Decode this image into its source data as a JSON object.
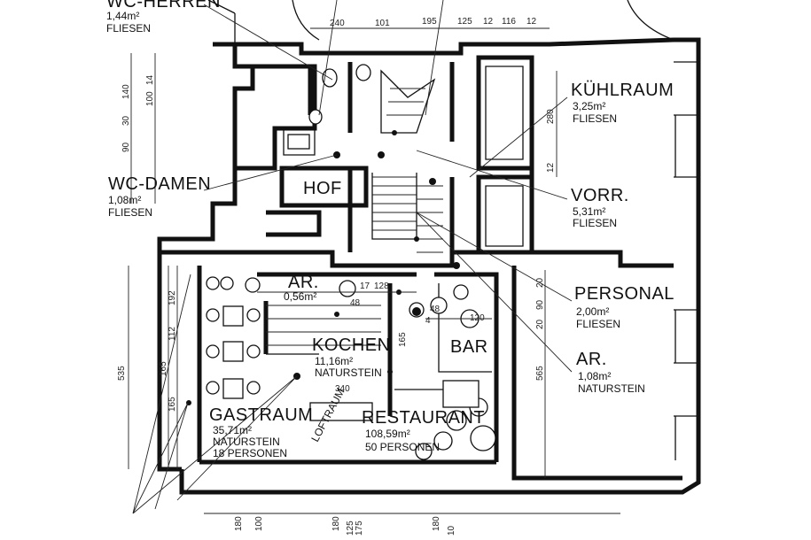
{
  "rooms": {
    "wc_herren": {
      "name": "WC-HERREN",
      "area": "1,44m²",
      "floor": "FLIESEN"
    },
    "wc_damen": {
      "name": "WC-DAMEN",
      "area": "1,08m²",
      "floor": "FLIESEN"
    },
    "hof": {
      "name": "HOF"
    },
    "kuehlraum": {
      "name": "KÜHLRAUM",
      "area": "3,25m²",
      "floor": "FLIESEN"
    },
    "vorr": {
      "name": "VORR.",
      "area": "5,31m²",
      "floor": "FLIESEN"
    },
    "personal": {
      "name": "PERSONAL",
      "area": "2,00m²",
      "floor": "FLIESEN"
    },
    "ar_right": {
      "name": "AR.",
      "area": "1,08m²",
      "floor": "NATURSTEIN"
    },
    "ar_top": {
      "name": "AR.",
      "area": "0,56m²"
    },
    "kochen": {
      "name": "KOCHEN",
      "area": "11,16m²",
      "floor": "NATURSTEIN"
    },
    "bar": {
      "name": "BAR"
    },
    "gastraum": {
      "name": "GASTRAUM",
      "area": "35,71m²",
      "floor": "NATURSTEIN",
      "capacity": "18 PERSONEN"
    },
    "restaurant": {
      "name": "RESTAURANT",
      "area": "108,59m²",
      "capacity": "50 PERSONEN"
    },
    "loftraum": {
      "name": "LOFTRAUM"
    }
  },
  "dimensions": {
    "top": [
      "240",
      "101",
      "195",
      "125",
      "12",
      "116",
      "12"
    ],
    "left_upper": [
      "140",
      "100",
      "14",
      "30",
      "90"
    ],
    "left_lower": [
      "535",
      "165",
      "165",
      "112",
      "192"
    ],
    "right_mid": [
      "20",
      "90",
      "20",
      "565"
    ],
    "kuehl_side": [
      "280",
      "12"
    ],
    "kochen_top": [
      "48",
      "17",
      "128",
      "48",
      "120"
    ],
    "kochen_mid": [
      "340",
      "165",
      "4"
    ],
    "bottom": [
      "180",
      "100",
      "180",
      "125",
      "175",
      "180",
      "10"
    ]
  }
}
